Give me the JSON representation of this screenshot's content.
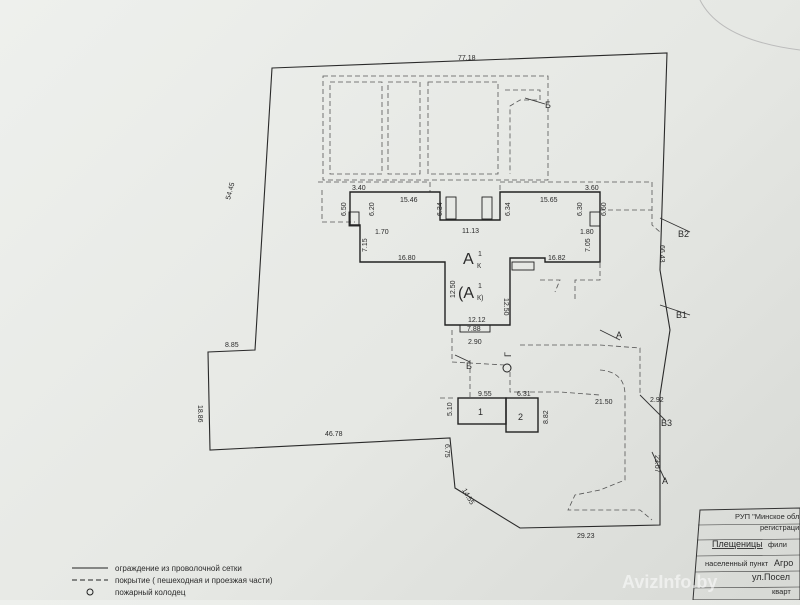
{
  "colors": {
    "paper": "#e9ebe7",
    "ink": "#2a2a2a"
  },
  "plot": {
    "boundary_dims": [
      "77.18",
      "54.45",
      "66.43",
      "8.85",
      "18.86",
      "46.78",
      "6.75",
      "14.55",
      "29.23",
      "23.07",
      "2.92"
    ],
    "main_building": {
      "label_top": "A",
      "label_top_super": "1",
      "label_top_sub": "К",
      "label_bottom": "(A",
      "label_bottom_super": "1",
      "label_bottom_sub": "К)",
      "dims": [
        "3.40",
        "15.46",
        "6.34",
        "6.34",
        "15.65",
        "3.60",
        "6.50",
        "6.20",
        "6.30",
        "6.60",
        "11.13",
        "1.70",
        "1.80",
        "7.15",
        "7.05",
        "16.80",
        "16.82",
        "12.50",
        "12.50",
        "12.12",
        "7.88",
        "2.90"
      ]
    },
    "annex": {
      "block1": "1",
      "block2": "2",
      "dims": [
        "9.55",
        "6.31",
        "5.10",
        "8.82",
        "21.50"
      ]
    },
    "markers": [
      "Б",
      "Б",
      "B2",
      "B1",
      "B3",
      "A",
      "A"
    ],
    "well_label": "Г"
  },
  "legend": {
    "items": [
      {
        "text": "ограждение из проволочной сетки"
      },
      {
        "text": "покрытие ( пешеходная и проезжая части)"
      },
      {
        "text": "пожарный колодец"
      }
    ]
  },
  "stamp": {
    "org": "РУП \"Минское облас",
    "reg": "регистрация",
    "place": "Плещеницы",
    "place_suffix": "фили",
    "settlement_label": "населенный пункт",
    "settlement_value": "Агро",
    "street": "ул.Посел",
    "extra": "кварт"
  },
  "watermark": "AvizInfo.by"
}
